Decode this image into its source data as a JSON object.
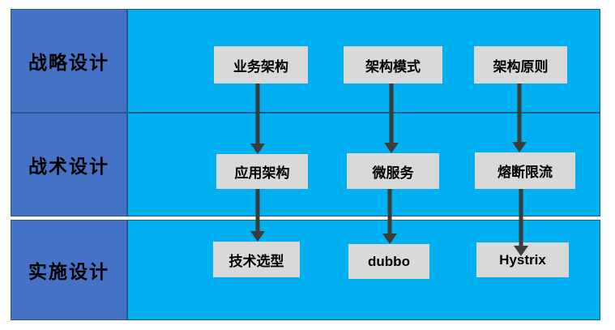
{
  "palette": {
    "page_bg": "#FFFFFF",
    "sidebar_fill": "#4472C4",
    "main_fill": "#00B0F0",
    "sidebar_border": "#2F5292",
    "main_border": "#1D5C8F",
    "node_fill": "#D9D9D9",
    "node_text": "#000000",
    "arrow": "#3B3B3B"
  },
  "rows": [
    {
      "label": "战略设计"
    },
    {
      "label": "战术设计"
    },
    {
      "label": "实施设计"
    }
  ],
  "columns": [
    {
      "nodes": [
        "业务架构",
        "应用架构",
        "技术选型"
      ]
    },
    {
      "nodes": [
        "架构模式",
        "微服务",
        "dubbo"
      ]
    },
    {
      "nodes": [
        "架构原则",
        "熔断限流",
        "Hystrix"
      ]
    }
  ]
}
